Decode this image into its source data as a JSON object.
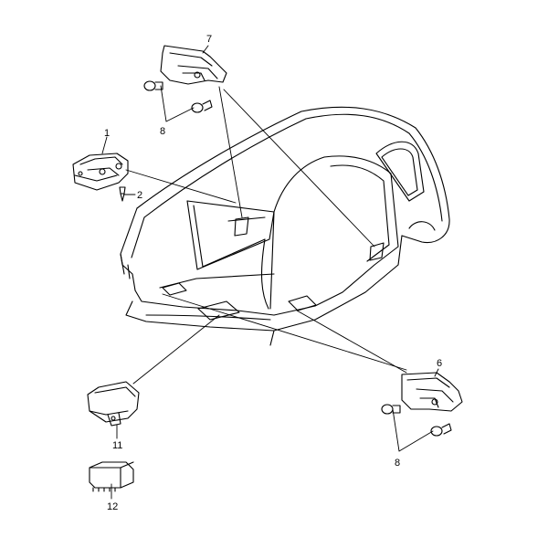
{
  "callouts": {
    "c1": "1",
    "c2": "2",
    "c6": "6",
    "c7": "7",
    "c8_top": "8",
    "c8_bottom": "8",
    "c11": "11",
    "c12": "12"
  },
  "colors": {
    "line": "#000000",
    "background": "#ffffff"
  }
}
